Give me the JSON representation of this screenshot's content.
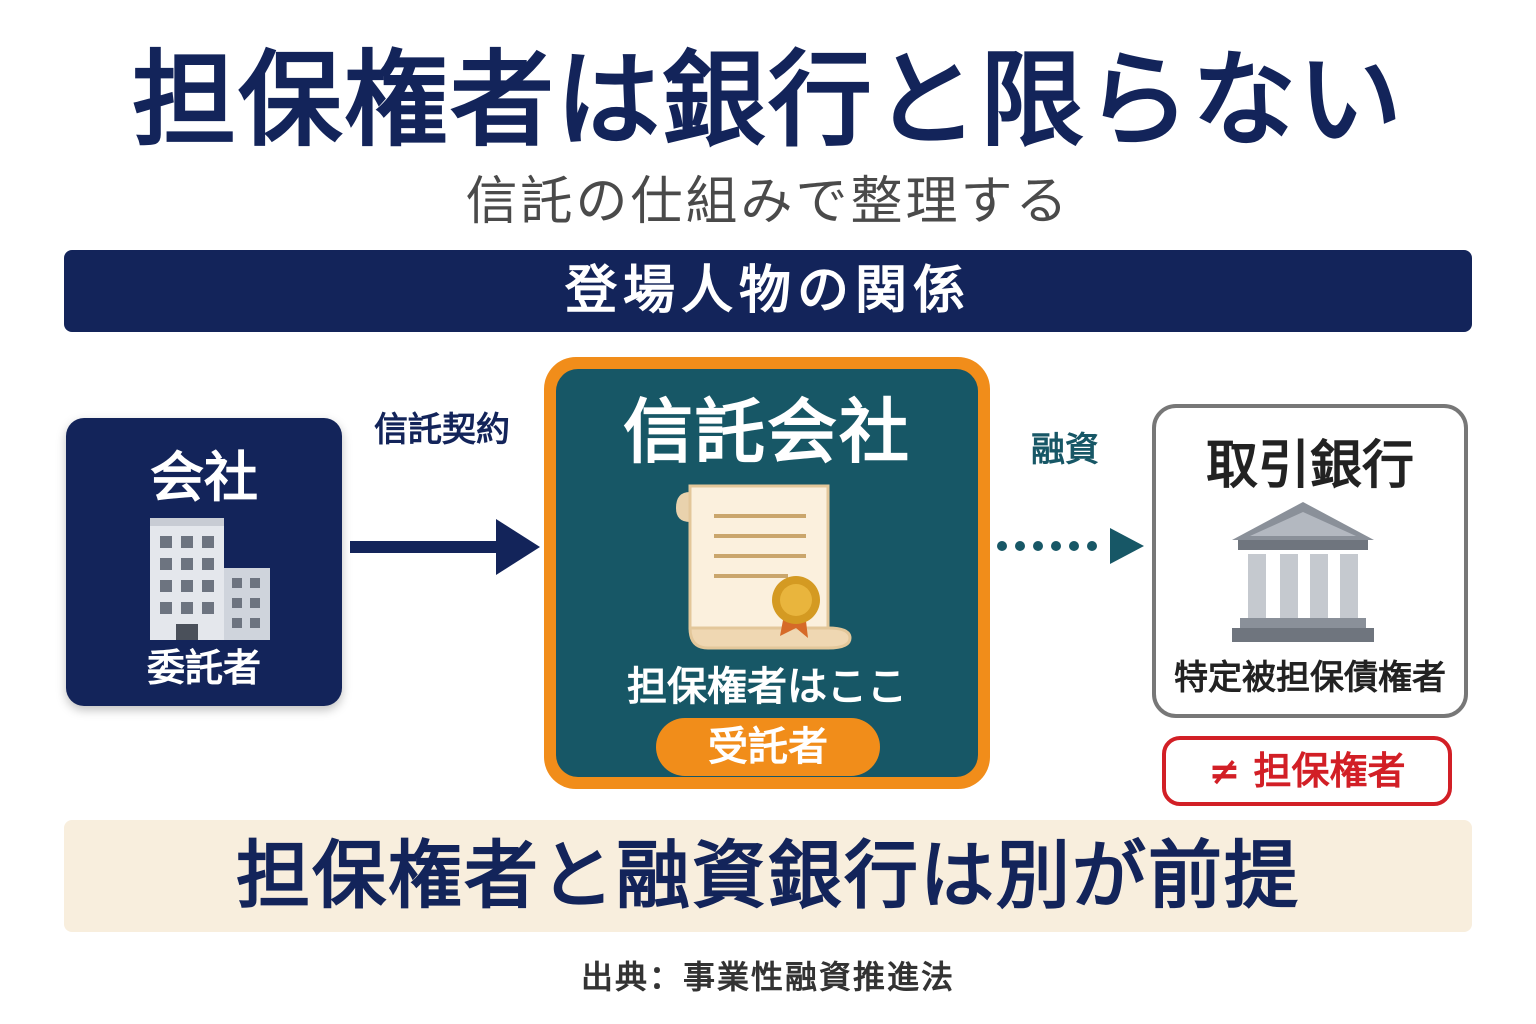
{
  "title": "担保権者は銀行と限らない",
  "subtitle": "信託の仕組みで整理する",
  "section_header": "登場人物の関係",
  "company": {
    "title": "会社",
    "role": "委託者"
  },
  "contract_label": "信託契約",
  "trust_company": {
    "title": "信託会社",
    "caption": "担保権者はここ",
    "role": "受託者"
  },
  "loan_label": "融資",
  "bank": {
    "title": "取引銀行",
    "role": "特定被担保債権者"
  },
  "not_holder_badge": "≠ 担保権者",
  "conclusion": "担保権者と融資銀行は別が前提",
  "source": "出典：事業性融資推進法",
  "colors": {
    "navy": "#13245a",
    "teal": "#175766",
    "orange": "#f18d1a",
    "red": "#d21f26",
    "cream": "#f8eedd"
  }
}
